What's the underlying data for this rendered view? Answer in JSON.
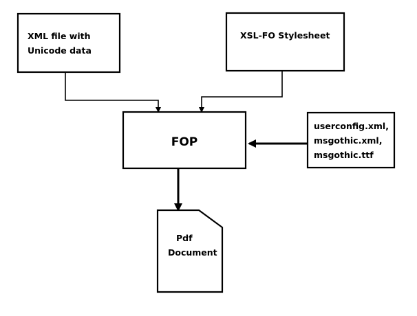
{
  "nodes": {
    "xml_file": {
      "lines": [
        "XML file with",
        "Unicode data"
      ]
    },
    "xsl_fo": {
      "lines": [
        "XSL-FO Stylesheet"
      ]
    },
    "fop": {
      "lines": [
        "FOP"
      ]
    },
    "config": {
      "lines": [
        "userconfig.xml,",
        "msgothic.xml,",
        "msgothic.ttf"
      ]
    },
    "pdf": {
      "lines": [
        "Pdf",
        "Document"
      ]
    }
  },
  "edges": [
    {
      "from": "xml_file",
      "to": "fop"
    },
    {
      "from": "xsl_fo",
      "to": "fop"
    },
    {
      "from": "config",
      "to": "fop"
    },
    {
      "from": "fop",
      "to": "pdf"
    }
  ],
  "colors": {
    "stroke": "#000000",
    "background": "#ffffff"
  }
}
